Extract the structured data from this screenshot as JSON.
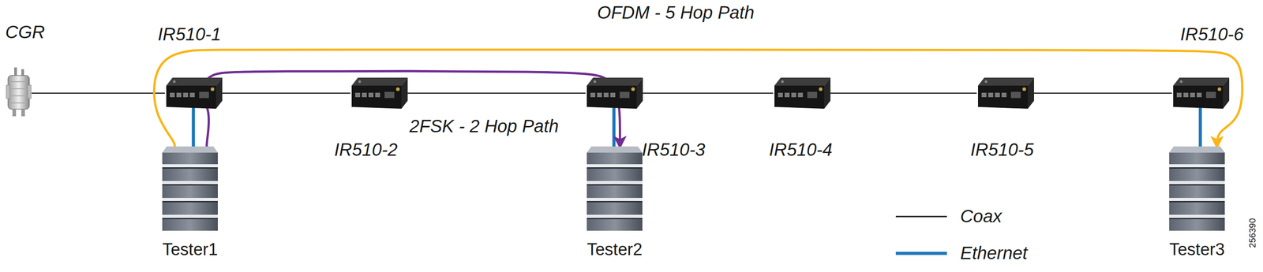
{
  "diagram": {
    "nodes": [
      {
        "text": [
          "CGR"
        ]
      },
      {
        "text": [
          "IR510-1"
        ]
      },
      {
        "text": [
          "IR510-2"
        ]
      },
      {
        "text": [
          "IR510-3"
        ]
      },
      {
        "text": [
          "IR510-4"
        ]
      },
      {
        "text": [
          "IR510-5"
        ]
      },
      {
        "text": [
          "IR510-6"
        ]
      },
      {
        "text": [
          "Tester1"
        ]
      },
      {
        "text": [
          "Tester2"
        ]
      },
      {
        "text": [
          "Tester3"
        ]
      }
    ],
    "edges": [
      {
        "from": 0,
        "to": 1,
        "arrow": "none"
      },
      {
        "from": 1,
        "to": 2,
        "arrow": "none"
      },
      {
        "from": 2,
        "to": 3,
        "arrow": "none"
      },
      {
        "from": 3,
        "to": 4,
        "arrow": "none"
      },
      {
        "from": 4,
        "to": 5,
        "arrow": "none"
      },
      {
        "from": 5,
        "to": 6,
        "arrow": "none"
      },
      {
        "from": 1,
        "to": 7,
        "arrow": "none"
      },
      {
        "from": 3,
        "to": 8,
        "arrow": "none"
      },
      {
        "from": 6,
        "to": 9,
        "arrow": "none"
      },
      {
        "from": 7,
        "to": 9,
        "label": "OFDM - 5 Hop Path",
        "arrow": "to"
      },
      {
        "from": 7,
        "to": 8,
        "label": "2FSK - 2 Hop Path",
        "arrow": "to"
      }
    ],
    "labels": [
      "256390"
    ],
    "legend": [
      {
        "text": "Coax"
      },
      {
        "text": "Ethernet"
      }
    ]
  }
}
